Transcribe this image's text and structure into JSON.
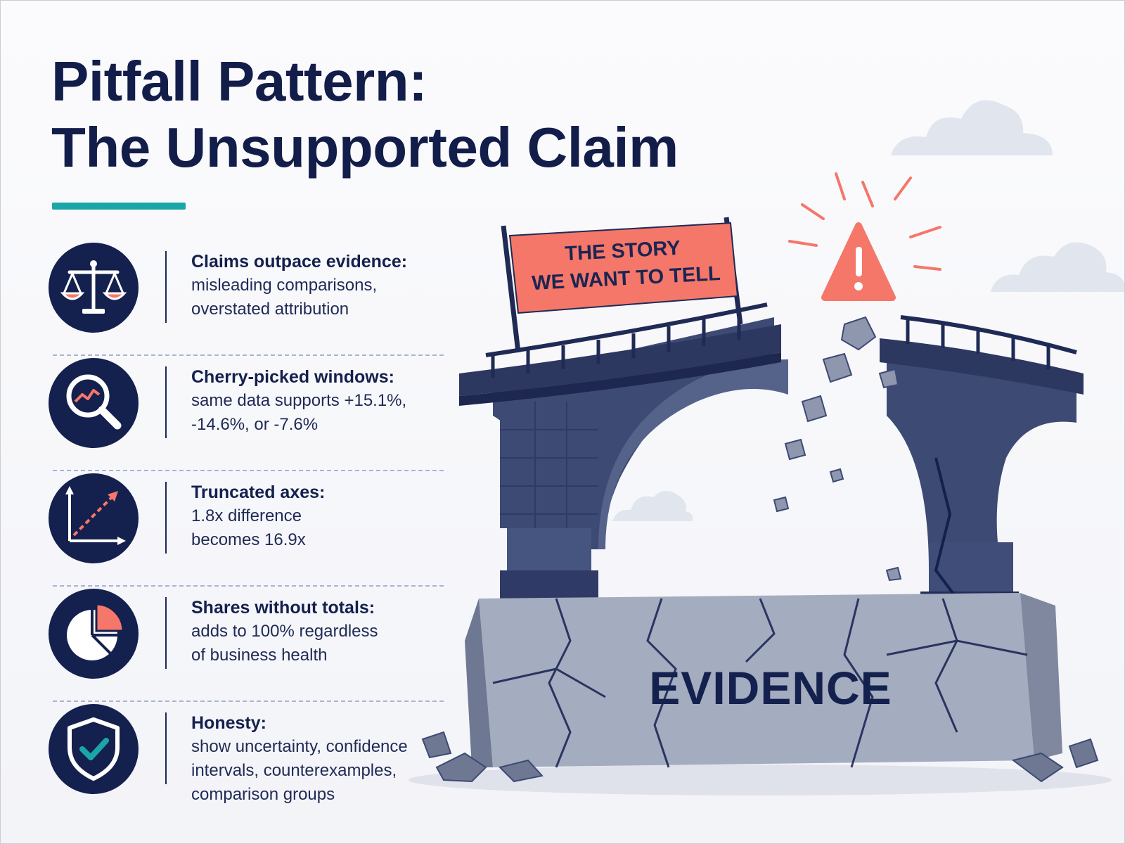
{
  "title": {
    "line1": "Pitfall Pattern:",
    "line2": "The Unsupported Claim"
  },
  "colors": {
    "navy": "#14204d",
    "teal": "#1aa6a8",
    "coral": "#f4776a",
    "stone": "#8e97ad"
  },
  "items": [
    {
      "icon": "balance-scale-icon",
      "heading": "Claims outpace evidence:",
      "body": "misleading comparisons,\noverstated attribution"
    },
    {
      "icon": "magnifier-trend-icon",
      "heading": "Cherry-picked windows:",
      "body": "same data supports +15.1%,\n-14.6%, or -7.6%"
    },
    {
      "icon": "truncated-axis-chart-icon",
      "heading": "Truncated axes:",
      "body": "1.8x difference\nbecomes 16.9x"
    },
    {
      "icon": "pie-chart-icon",
      "heading": "Shares without totals:",
      "body": "adds to 100% regardless\nof business health"
    },
    {
      "icon": "shield-check-icon",
      "heading": "Honesty:",
      "body": "show uncertainty, confidence\nintervals, counterexamples,\ncomparison groups"
    }
  ],
  "illustration": {
    "banner_line1": "THE STORY",
    "banner_line2": "WE WANT TO TELL",
    "foundation_label": "EVIDENCE",
    "warning_icon": "warning-triangle-icon"
  }
}
